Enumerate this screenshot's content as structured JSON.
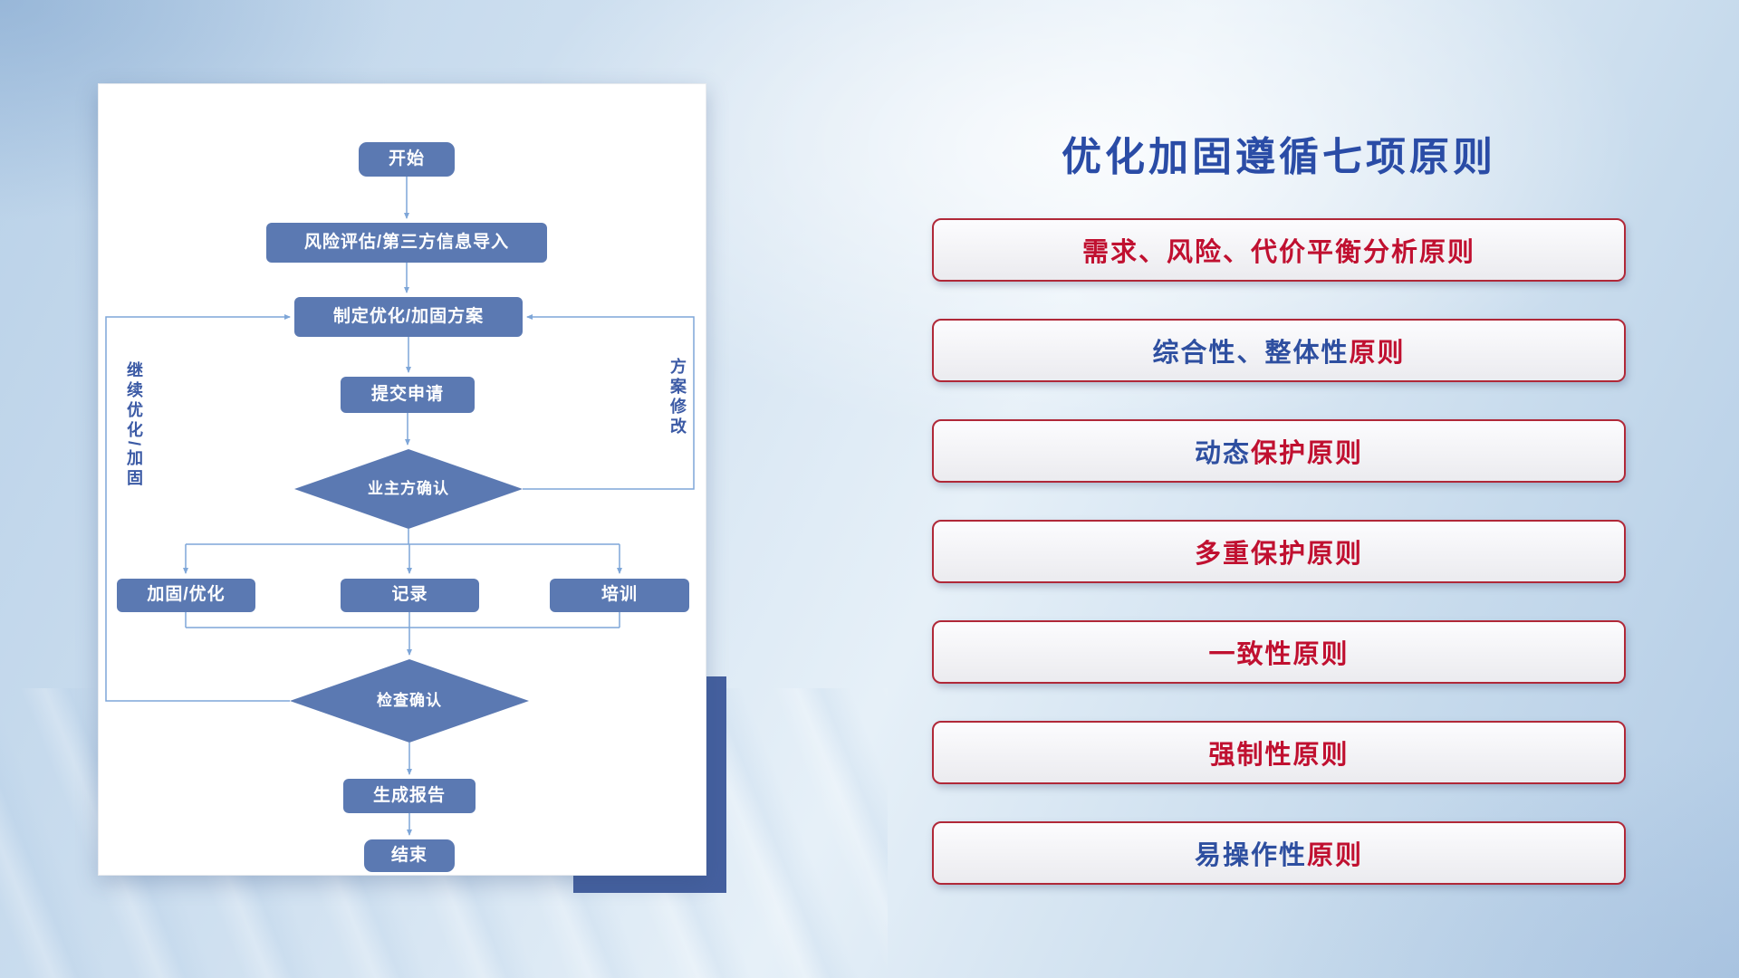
{
  "title": "优化加固遵循七项原则",
  "flowchart": {
    "nodes": {
      "start": "开始",
      "risk_import": "风险评估/第三方信息导入",
      "make_plan": "制定优化/加固方案",
      "submit": "提交申请",
      "owner_confirm": "业主方确认",
      "reinforce": "加固/优化",
      "record": "记录",
      "training": "培训",
      "check_confirm": "检查确认",
      "report": "生成报告",
      "end": "结束"
    },
    "loop_labels": {
      "continue_optimize": "继续优化/加固",
      "plan_revise": "方案修改"
    }
  },
  "principles": [
    {
      "segments": [
        {
          "text": "需求、风险、代价平衡分析原则",
          "color": "#c01030"
        }
      ]
    },
    {
      "segments": [
        {
          "text": "综合性、整体性",
          "color": "#2e4fa0"
        },
        {
          "text": "原则",
          "color": "#c01030"
        }
      ]
    },
    {
      "segments": [
        {
          "text": "动态",
          "color": "#2e4fa0"
        },
        {
          "text": "保护原则",
          "color": "#c01030"
        }
      ]
    },
    {
      "segments": [
        {
          "text": "多重保护原则",
          "color": "#c01030"
        }
      ]
    },
    {
      "segments": [
        {
          "text": "一致性原则",
          "color": "#c01030"
        }
      ]
    },
    {
      "segments": [
        {
          "text": "强制性原则",
          "color": "#c01030"
        }
      ]
    },
    {
      "segments": [
        {
          "text": "易操作性",
          "color": "#2e4fa0"
        },
        {
          "text": "原则",
          "color": "#c01030"
        }
      ]
    }
  ],
  "colors": {
    "node_fill": "#5b79b2",
    "connector": "#7ea6d8",
    "principle_border": "#b02838",
    "principle_red": "#c01030",
    "principle_blue": "#2e4fa0",
    "title_blue": "#2a4ca6",
    "accent_rect": "#45609f"
  }
}
